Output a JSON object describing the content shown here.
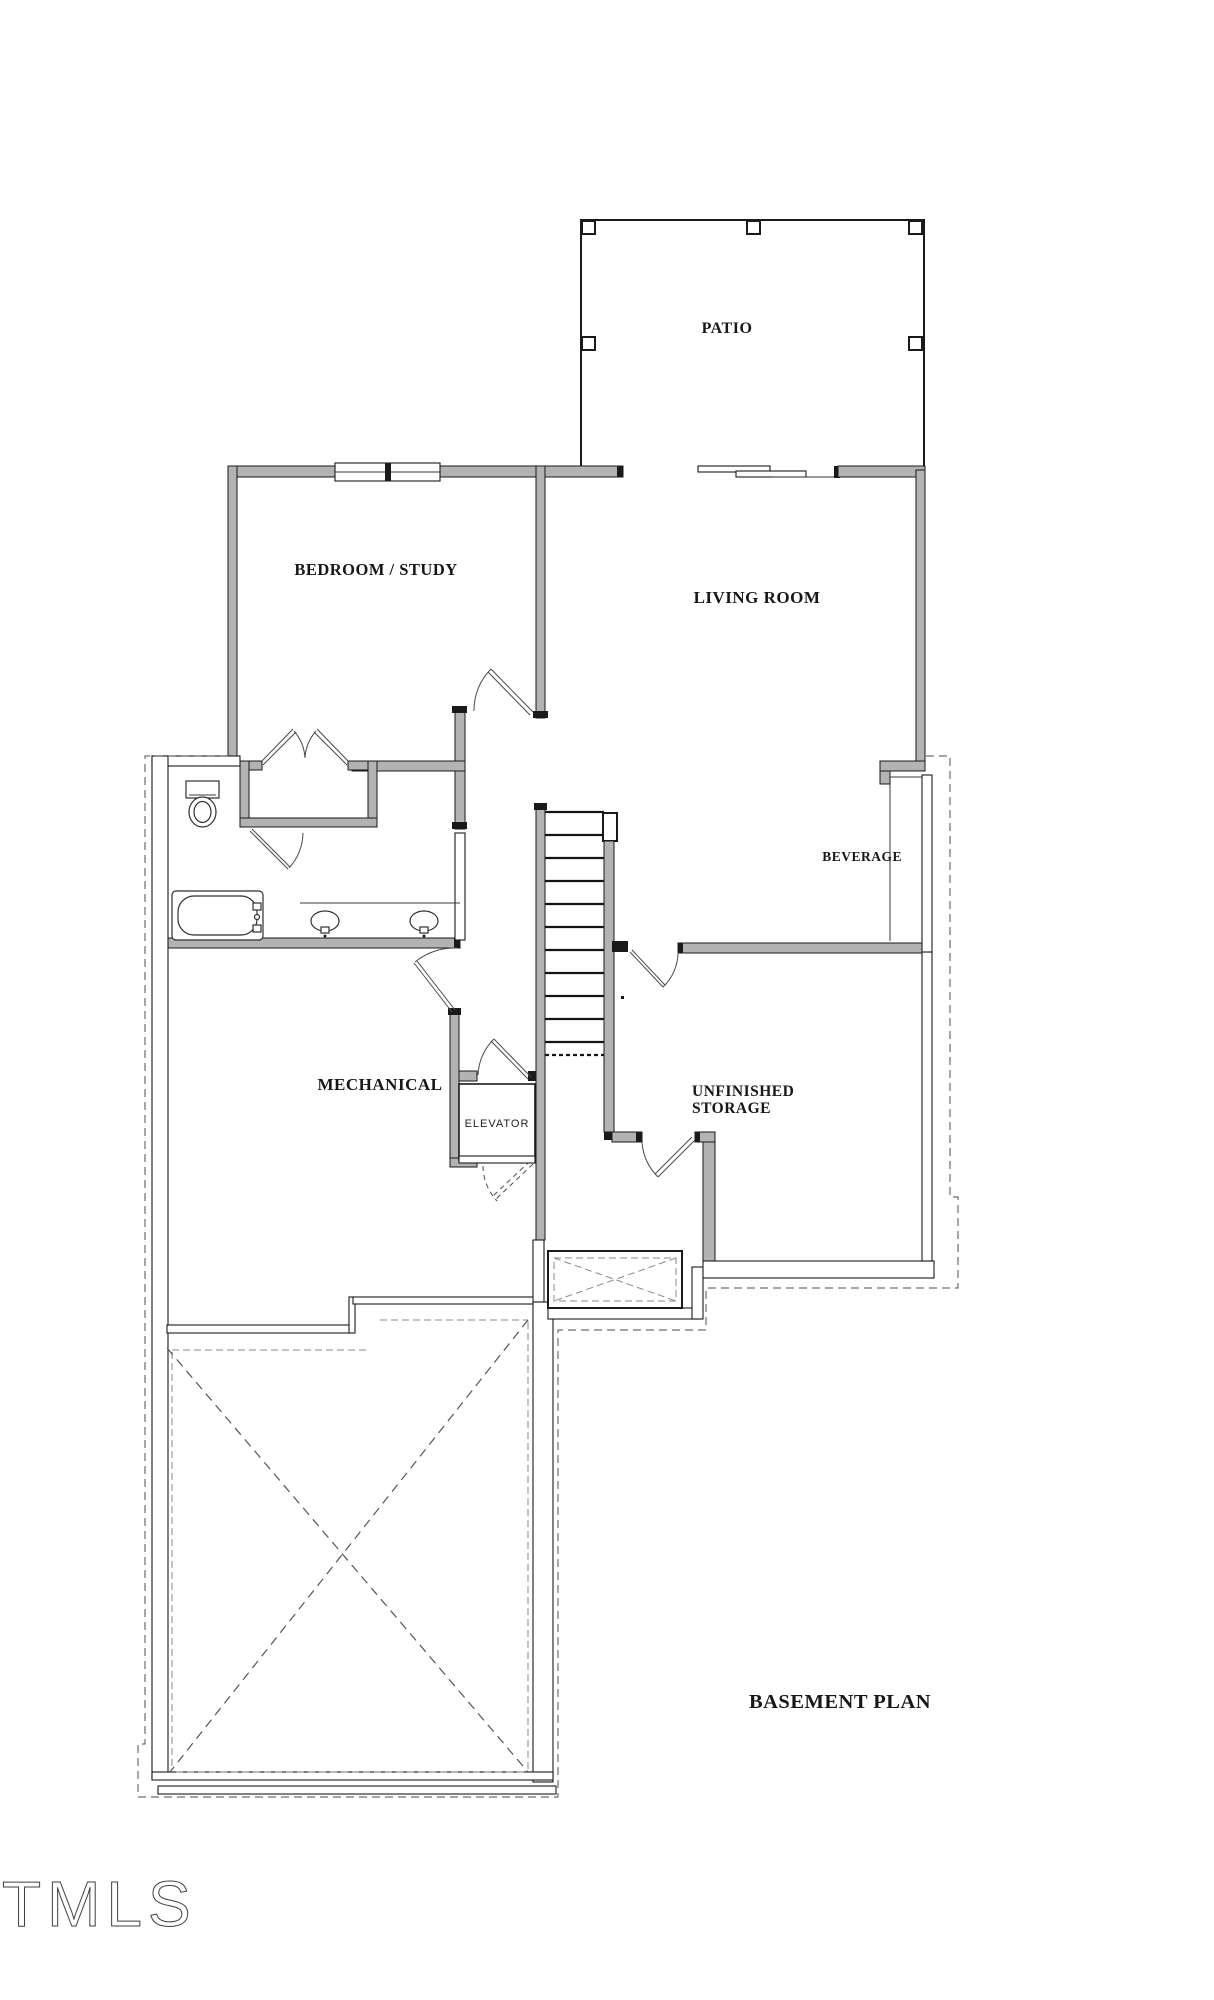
{
  "document": {
    "type_label": "BASEMENT PLAN",
    "watermark": "TMLS"
  },
  "rooms": {
    "patio": "PATIO",
    "bedroom_study": "BEDROOM / STUDY",
    "living_room": "LIVING ROOM",
    "beverage": "BEVERAGE",
    "mechanical": "MECHANICAL",
    "elevator": "ELEVATOR",
    "unfinished_storage_line1": "UNFINISHED",
    "unfinished_storage_line2": "STORAGE"
  },
  "colors": {
    "wall_fill": "#b3b3b3",
    "line": "#1a1a1a",
    "dash": "#6e6e6e",
    "watermark": "#3f3f3f",
    "background": "#ffffff"
  }
}
